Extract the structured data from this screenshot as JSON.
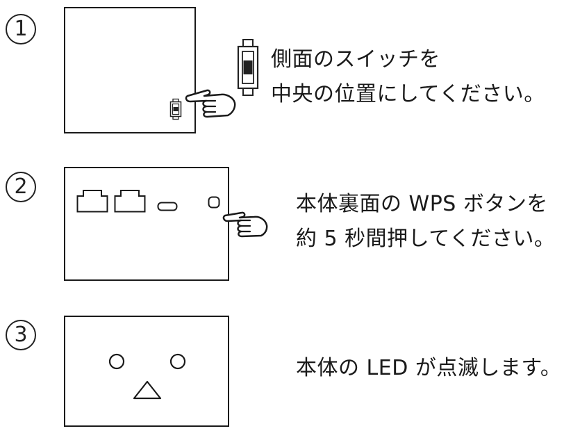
{
  "steps": [
    {
      "number": "1",
      "lines": [
        "側面のスイッチを",
        "中央の位置にしてください。"
      ]
    },
    {
      "number": "2",
      "lines": [
        "本体裏面の WPS ボタンを",
        "約 5 秒間押してください。"
      ]
    },
    {
      "number": "3",
      "lines": [
        "本体の LED が点滅します。"
      ]
    }
  ],
  "icons": {
    "step1_panel": [
      "side-switch-icon",
      "pointing-hand-icon"
    ],
    "step1_text": "side-switch-large-icon",
    "step2_panel": [
      "lan-port-icon",
      "lan-port-icon",
      "usb-port-icon",
      "wps-button-icon",
      "pointing-hand-icon"
    ],
    "step3_panel": [
      "led-icon",
      "led-icon",
      "triangle-icon"
    ]
  }
}
